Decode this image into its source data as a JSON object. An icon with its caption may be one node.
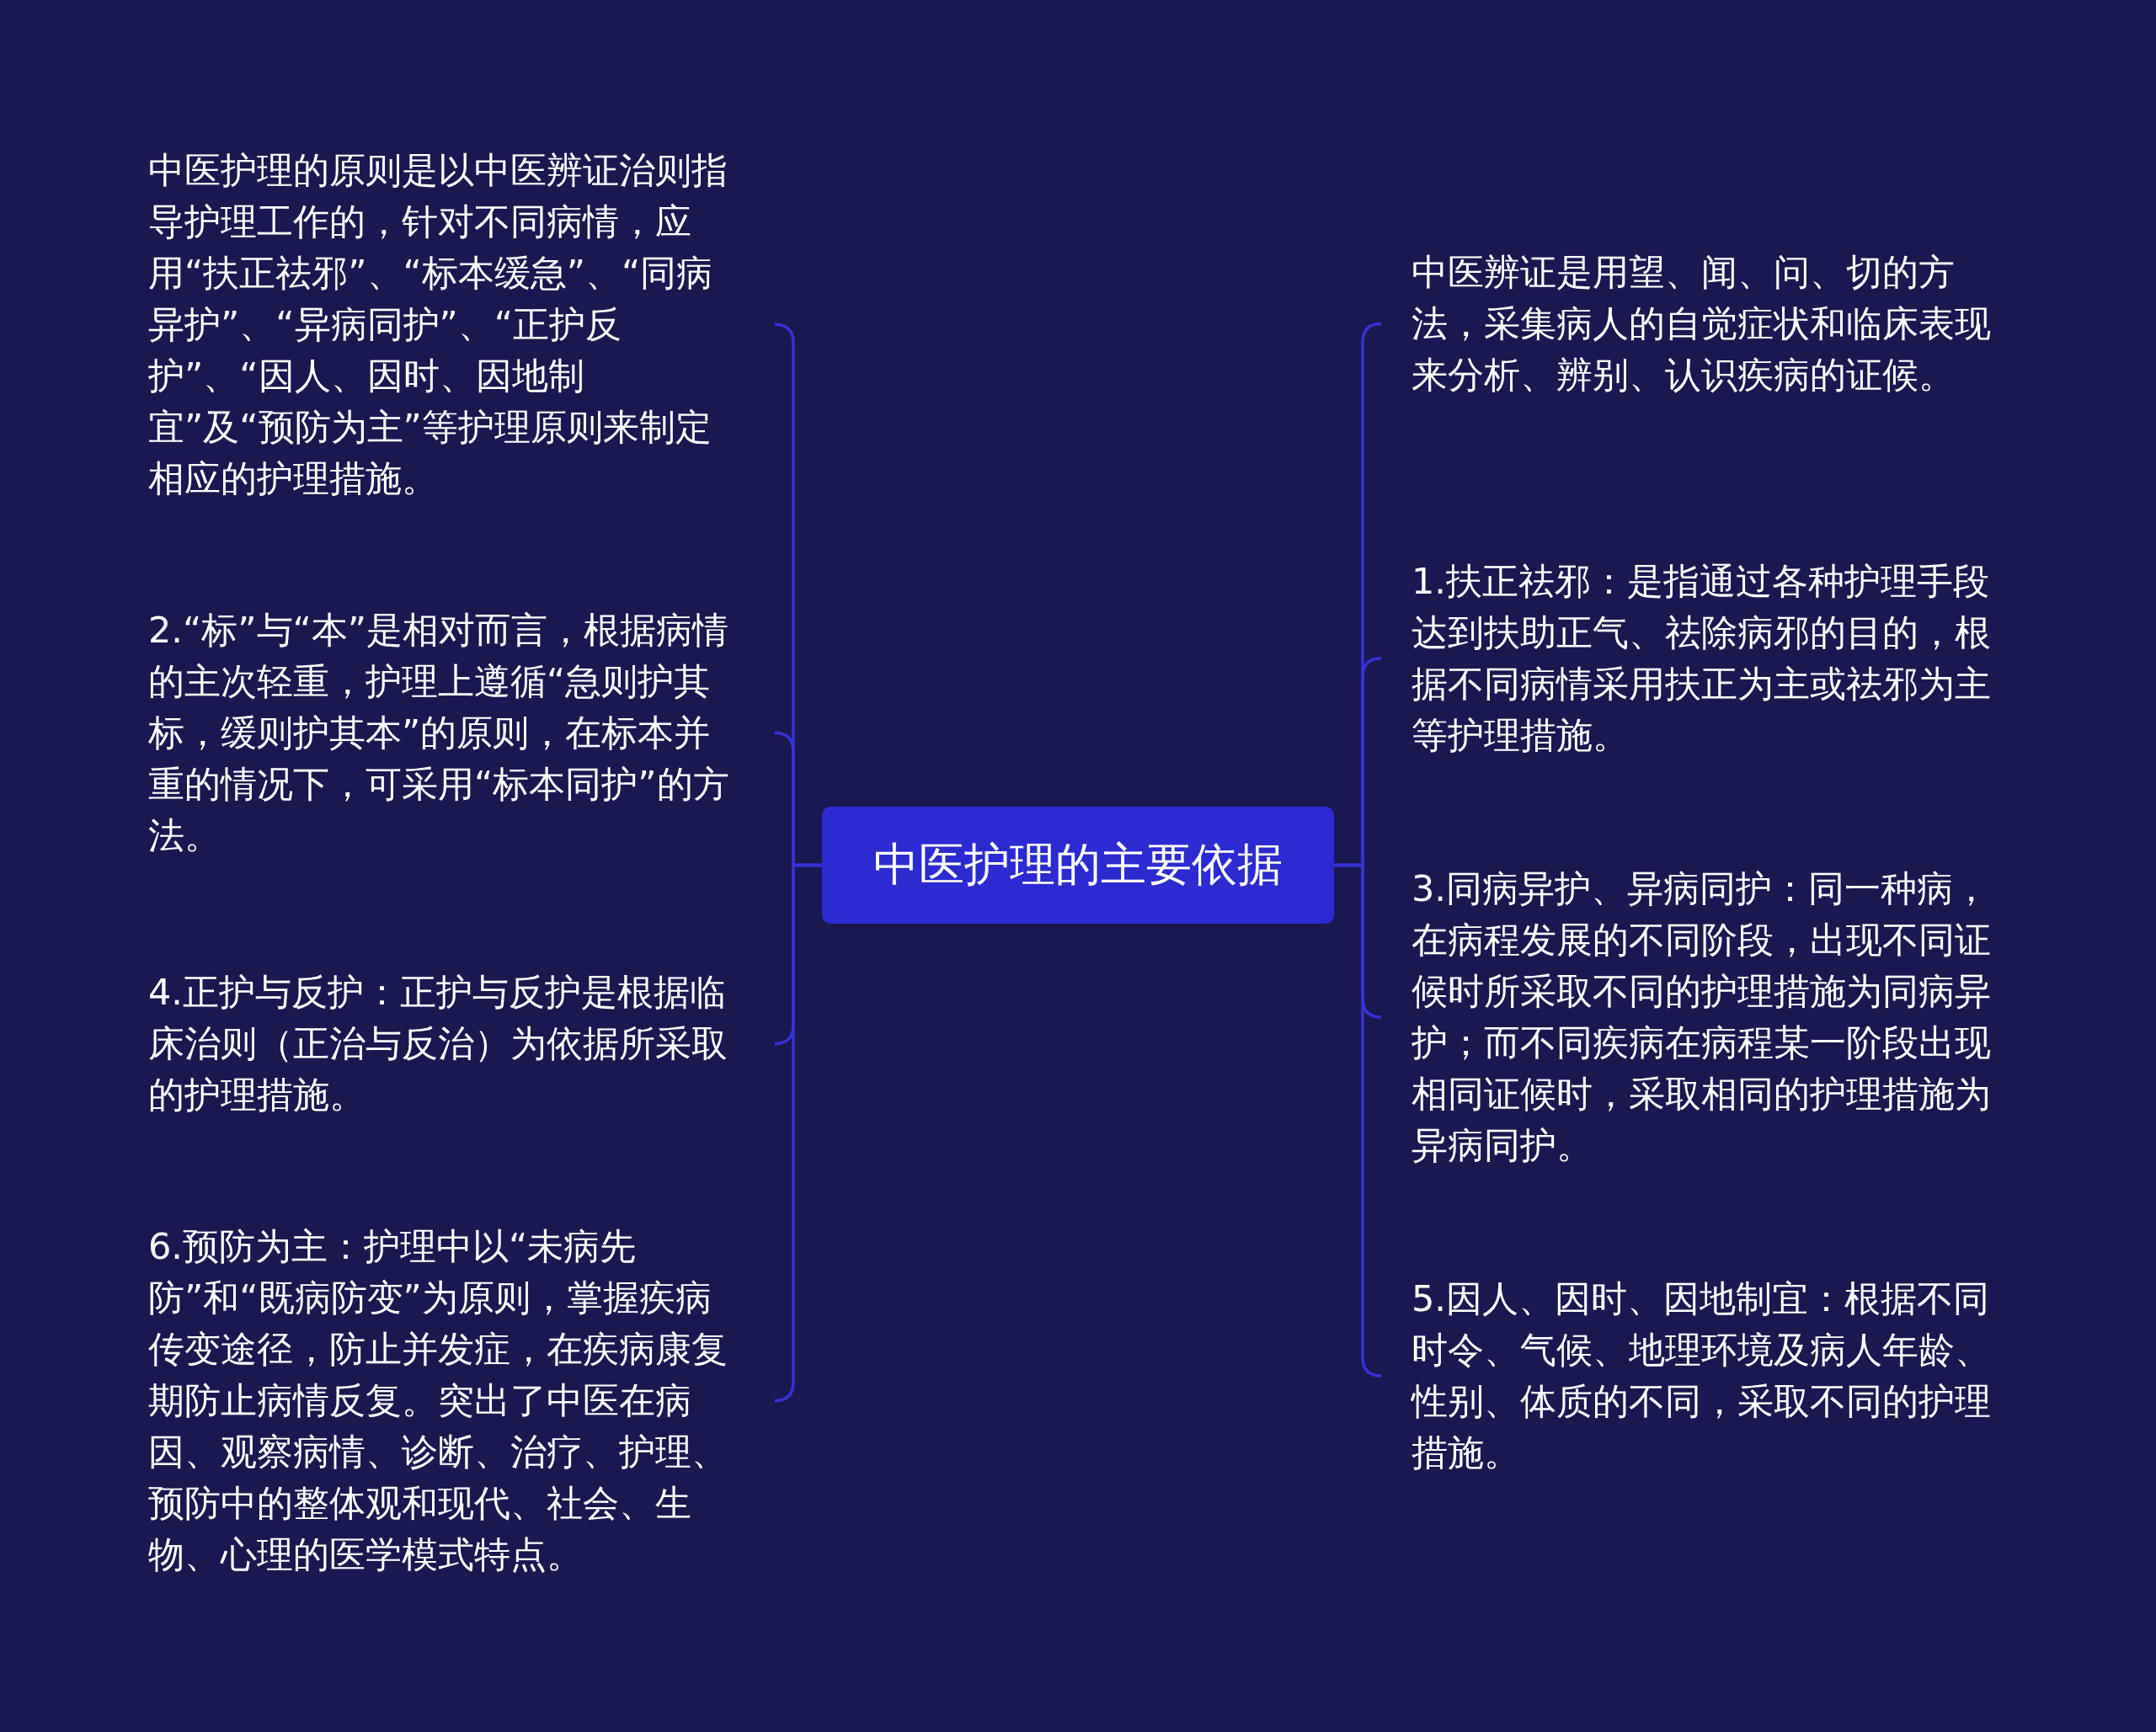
{
  "diagram": {
    "nodes": [
      {
        "text": [
          "中医护理的主要依据"
        ]
      },
      {
        "text": [
          "中医护理的原则是以中医辨证治则指导护理工作的，针对不同病情，应用“扶正祛邪”、“标本缓急”、“同病异护”、“异病同护”、“正护反护”、“因人、因时、因地制宜”及“预防为主”等护理原则来制定相应的护理措施。"
        ]
      },
      {
        "text": [
          "2.“标”与“本”是相对而言，根据病情的主次轻重，护理上遵循“急则护其标，缓则护其本”的原则，在标本并重的情况下，可采用“标本同护”的方法。"
        ]
      },
      {
        "text": [
          "4.正护与反护：正护与反护是根据临床治则（正治与反治）为依据所采取的护理措施。"
        ]
      },
      {
        "text": [
          "6.预防为主：护理中以“未病先防”和“既病防变”为原则，掌握疾病传变途径，防止并发症，在疾病康复期防止病情反复。突出了中医在病因、观察病情、诊断、治疗、护理、预防中的整体观和现代、社会、生物、心理的医学模式特点。"
        ]
      },
      {
        "text": [
          "中医辨证是用望、闻、问、切的方法，采集病人的自觉症状和临床表现来分析、辨别、认识疾病的证候。"
        ]
      },
      {
        "text": [
          "1.扶正祛邪：是指通过各种护理手段达到扶助正气、祛除病邪的目的，根据不同病情采用扶正为主或祛邪为主等护理措施。"
        ]
      },
      {
        "text": [
          "3.同病异护、异病同护：同一种病，在病程发展的不同阶段，出现不同证候时所采取不同的护理措施为同病异护；而不同疾病在病程某一阶段出现相同证候时，采取相同的护理措施为异病同护。"
        ]
      },
      {
        "text": [
          "5.因人、因时、因地制宜：根据不同时令、气候、地理环境及病人年龄、性别、体质的不同，采取不同的护理措施。"
        ]
      }
    ],
    "edges": [
      {
        "from": 0,
        "to": 1,
        "arrow": "none"
      },
      {
        "from": 0,
        "to": 2,
        "arrow": "none"
      },
      {
        "from": 0,
        "to": 3,
        "arrow": "none"
      },
      {
        "from": 0,
        "to": 4,
        "arrow": "none"
      },
      {
        "from": 0,
        "to": 5,
        "arrow": "none"
      },
      {
        "from": 0,
        "to": 6,
        "arrow": "none"
      },
      {
        "from": 0,
        "to": 7,
        "arrow": "none"
      },
      {
        "from": 0,
        "to": 8,
        "arrow": "none"
      }
    ]
  }
}
